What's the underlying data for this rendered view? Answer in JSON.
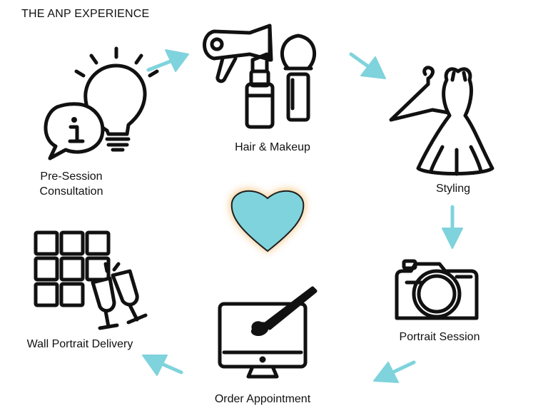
{
  "title": "THE ANP EXPERIENCE",
  "steps": [
    {
      "label_line1": "Pre-Session",
      "label_line2": "Consultation",
      "icon": "lightbulb-info-icon"
    },
    {
      "label": "Hair & Makeup",
      "icon": "hairdryer-makeup-icon"
    },
    {
      "label": "Styling",
      "icon": "dress-hanger-icon"
    },
    {
      "label": "Portrait Session",
      "icon": "camera-icon"
    },
    {
      "label": "Order Appointment",
      "icon": "monitor-paintbrush-icon"
    },
    {
      "label": "Wall Portrait Delivery",
      "icon": "wall-grid-champagne-icon"
    }
  ],
  "center_icon": "heart-icon",
  "colors": {
    "accent": "#7fd3dc",
    "ink": "#111111",
    "glow": "#f3c27a"
  }
}
